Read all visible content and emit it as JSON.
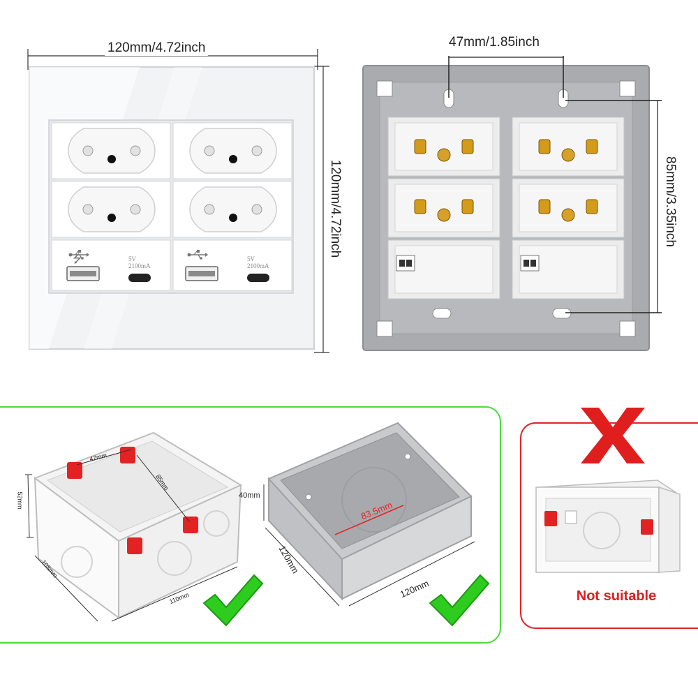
{
  "front_panel": {
    "width_label": "120mm/4.72inch",
    "height_label": "120mm/4.72inch",
    "usb_spec_line1": "5V",
    "usb_spec_line2": "2100mA"
  },
  "back_panel": {
    "hole_spacing_label": "47mm/1.85inch",
    "vertical_spacing_label": "85mm/3.35inch"
  },
  "suitable_boxes": {
    "plastic_box": {
      "spacing_top": "47mm",
      "spacing_side": "85mm",
      "depth": "52mm",
      "length": "108mm",
      "width": "110mm"
    },
    "metal_box": {
      "depth": "40mm",
      "diagonal": "83.5mm",
      "side_a": "120mm",
      "side_b": "120mm"
    }
  },
  "unsuitable_box": {
    "label": "Not suitable"
  },
  "colors": {
    "ok_green": "#2ecc1f",
    "bad_red": "#e01e1e",
    "frame_green": "#4ddb3a",
    "frame_red": "#e02424"
  }
}
